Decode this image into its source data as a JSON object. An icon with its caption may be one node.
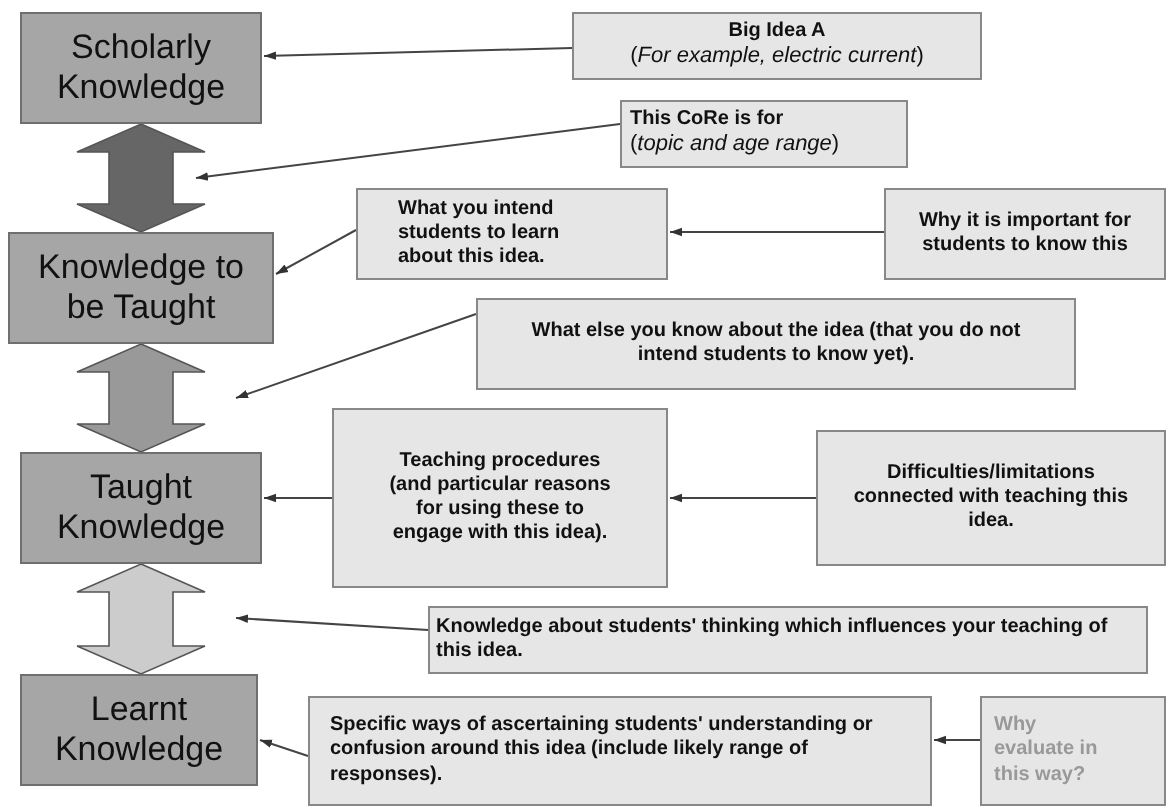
{
  "diagram": {
    "nodes": [
      {
        "text": [
          "Scholarly Knowledge"
        ]
      },
      {
        "text": [
          "Knowledge to be Taught"
        ]
      },
      {
        "text": [
          "Taught Knowledge"
        ]
      },
      {
        "text": [
          "Learnt Knowledge"
        ]
      },
      {
        "text": [
          "Big Idea A",
          "(*For example, electric current*)"
        ]
      },
      {
        "text": [
          "This CoRe is for",
          "(*topic and age range*)"
        ]
      },
      {
        "text": [
          "What you intend students to learn about this idea."
        ]
      },
      {
        "text": [
          "Why it is important for students to know this"
        ]
      },
      {
        "text": [
          "What else you know about the idea (that you do not intend students to know yet)."
        ]
      },
      {
        "text": [
          "Teaching procedures (and particular reasons for using these to engage with this idea)."
        ]
      },
      {
        "text": [
          "Difficulties/limitations connected with teaching this idea."
        ]
      },
      {
        "text": [
          "Knowledge about students' thinking which influences your teaching of this idea."
        ]
      },
      {
        "text": [
          "Specific ways of ascertaining students' understanding or confusion around this idea (include likely range of responses)."
        ]
      },
      {
        "text": [
          "Why evaluate in this way?"
        ]
      }
    ],
    "edges": [
      {
        "from": 4,
        "to": 0,
        "arrow": "to"
      },
      {
        "from": 5,
        "to": null,
        "arrow": "to"
      },
      {
        "from": 6,
        "to": 1,
        "arrow": "to"
      },
      {
        "from": 7,
        "to": 6,
        "arrow": "to"
      },
      {
        "from": 8,
        "to": null,
        "arrow": "to"
      },
      {
        "from": 9,
        "to": 2,
        "arrow": "to"
      },
      {
        "from": 10,
        "to": 9,
        "arrow": "to"
      },
      {
        "from": 11,
        "to": null,
        "arrow": "to"
      },
      {
        "from": 12,
        "to": 3,
        "arrow": "to"
      },
      {
        "from": 13,
        "to": 12,
        "arrow": "to"
      },
      {
        "from": 0,
        "to": 1,
        "arrow": "both",
        "style": "thick",
        "color": "#666666"
      },
      {
        "from": 1,
        "to": 2,
        "arrow": "both",
        "style": "thick",
        "color": "#999999"
      },
      {
        "from": 2,
        "to": 3,
        "arrow": "both",
        "style": "thick",
        "color": "#cccccc"
      }
    ]
  }
}
